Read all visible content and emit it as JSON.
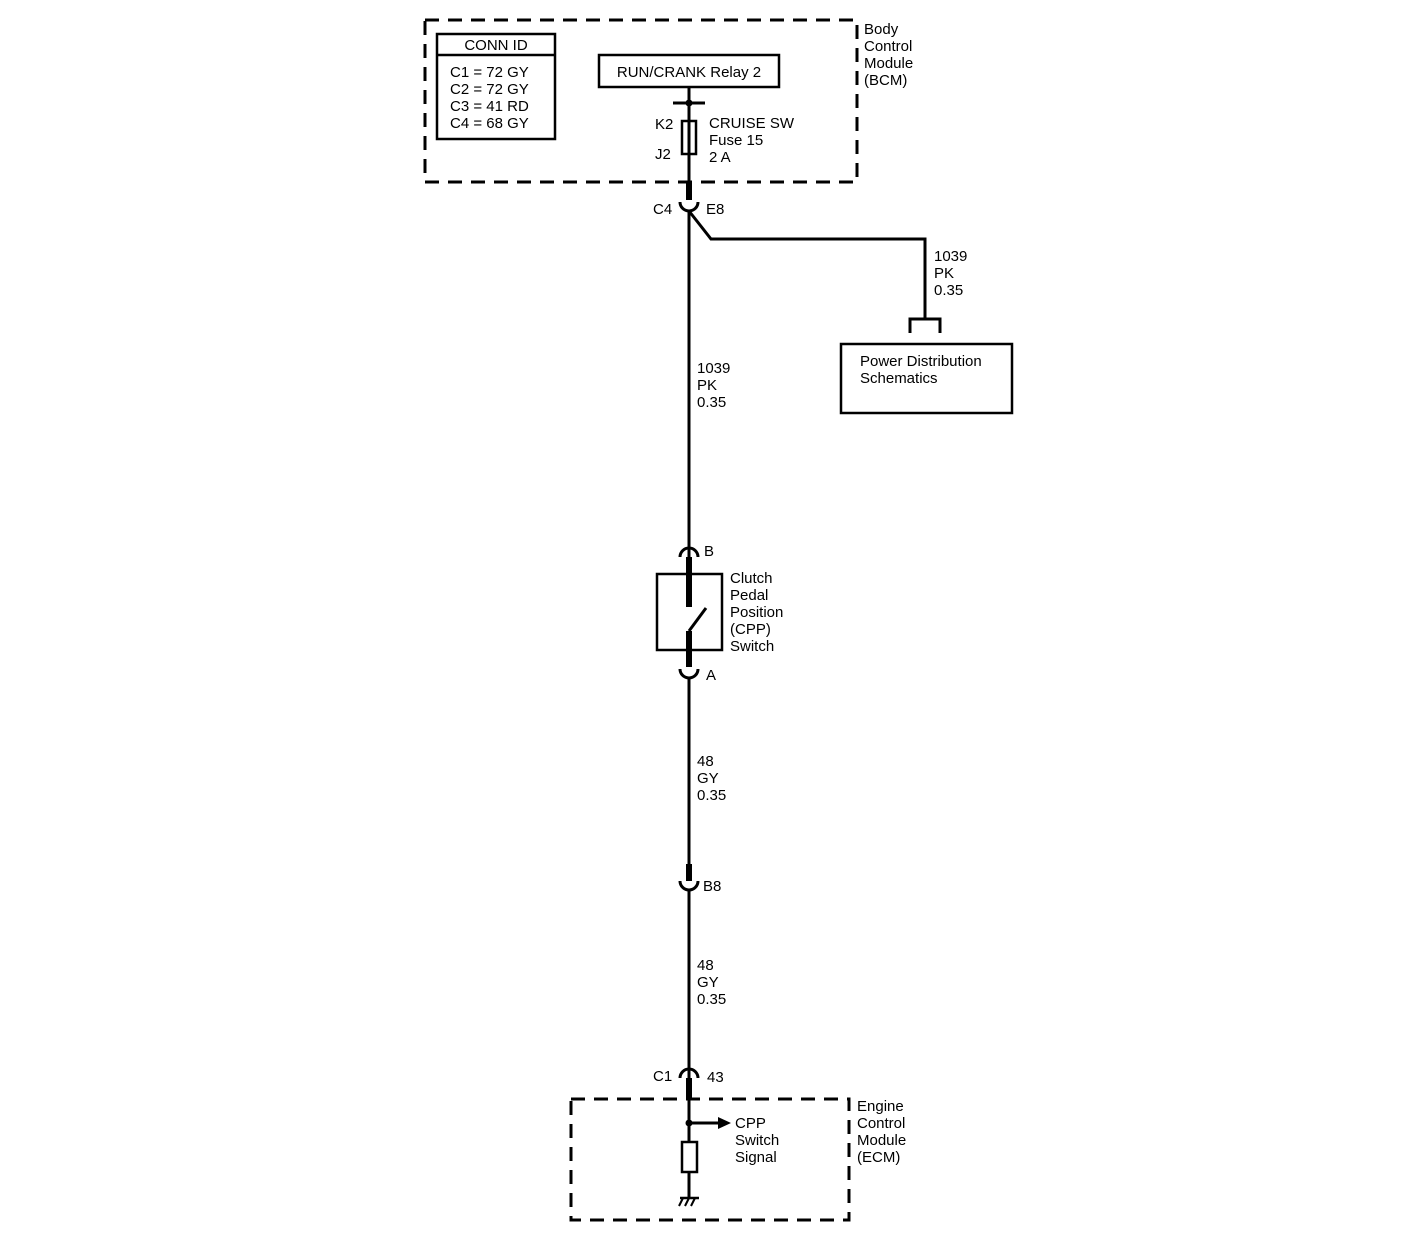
{
  "bcm": {
    "name_lines": [
      "Body",
      "Control",
      "Module",
      "(BCM)"
    ],
    "conn_id": {
      "title": "CONN ID",
      "rows": [
        "C1 = 72 GY",
        "C2 = 72 GY",
        "C3 = 41 RD",
        "C4 = 68 GY"
      ]
    },
    "relay_label": "RUN/CRANK Relay 2",
    "fuse": {
      "top_pin": "K2",
      "bottom_pin": "J2",
      "lines": [
        "CRUISE SW",
        "Fuse 15",
        "2 A"
      ]
    },
    "connector": {
      "id": "C4",
      "pin": "E8"
    }
  },
  "branch_wire": {
    "lines": [
      "1039",
      "PK",
      "0.35"
    ]
  },
  "power_distribution": {
    "lines": [
      "Power Distribution",
      "Schematics"
    ]
  },
  "main_wire_1": {
    "lines": [
      "1039",
      "PK",
      "0.35"
    ]
  },
  "cpp_switch": {
    "top_pin": "B",
    "bottom_pin": "A",
    "name_lines": [
      "Clutch",
      "Pedal",
      "Position",
      "(CPP)",
      "Switch"
    ]
  },
  "main_wire_2": {
    "lines": [
      "48",
      "GY",
      "0.35"
    ]
  },
  "inline_connector": {
    "pin": "B8"
  },
  "main_wire_3": {
    "lines": [
      "48",
      "GY",
      "0.35"
    ]
  },
  "ecm": {
    "name_lines": [
      "Engine",
      "Control",
      "Module",
      "(ECM)"
    ],
    "connector": {
      "id": "C1",
      "pin": "43"
    },
    "signal_lines": [
      "CPP",
      "Switch",
      "Signal"
    ]
  },
  "colors": {
    "line": "#000000",
    "background": "#ffffff"
  }
}
